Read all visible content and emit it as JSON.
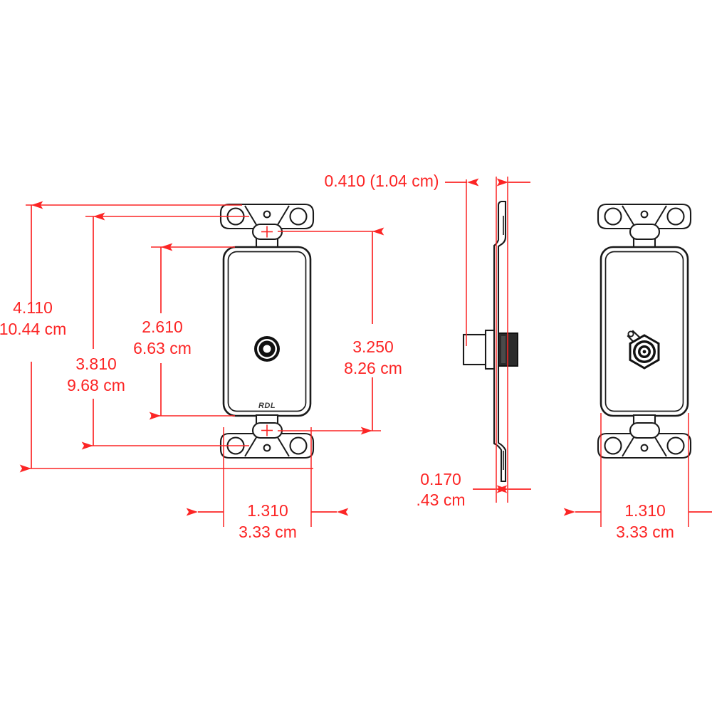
{
  "drawing": {
    "title": "RDL decorator wall plate mechanical drawing",
    "colors": {
      "dimension": "#fc2525",
      "outline": "#1a1a1a",
      "fill": "#ffffff",
      "connector_dark": "#111111",
      "background": "#ffffff"
    },
    "views": [
      {
        "id": "front",
        "name": "front-elevation-view"
      },
      {
        "id": "side",
        "name": "side-profile-view"
      },
      {
        "id": "rear",
        "name": "rear-elevation-view"
      }
    ],
    "brand_logo": "RDL"
  },
  "dimensions": {
    "overall_height": {
      "inches": "4.110",
      "metric": "10.44 cm"
    },
    "bracket_height": {
      "inches": "3.810",
      "metric": "9.68 cm"
    },
    "plate_inner_height": {
      "inches": "2.610",
      "metric": "6.63 cm"
    },
    "plate_height": {
      "inches": "3.250",
      "metric": "8.26 cm"
    },
    "plate_width_front": {
      "inches": "1.310",
      "metric": "3.33 cm"
    },
    "plate_width_rear": {
      "inches": "1.310",
      "metric": "3.33 cm"
    },
    "depth_front": {
      "combined": "0.410 (1.04 cm)"
    },
    "plate_thickness": {
      "inches": "0.170",
      "metric": ".43 cm"
    }
  }
}
